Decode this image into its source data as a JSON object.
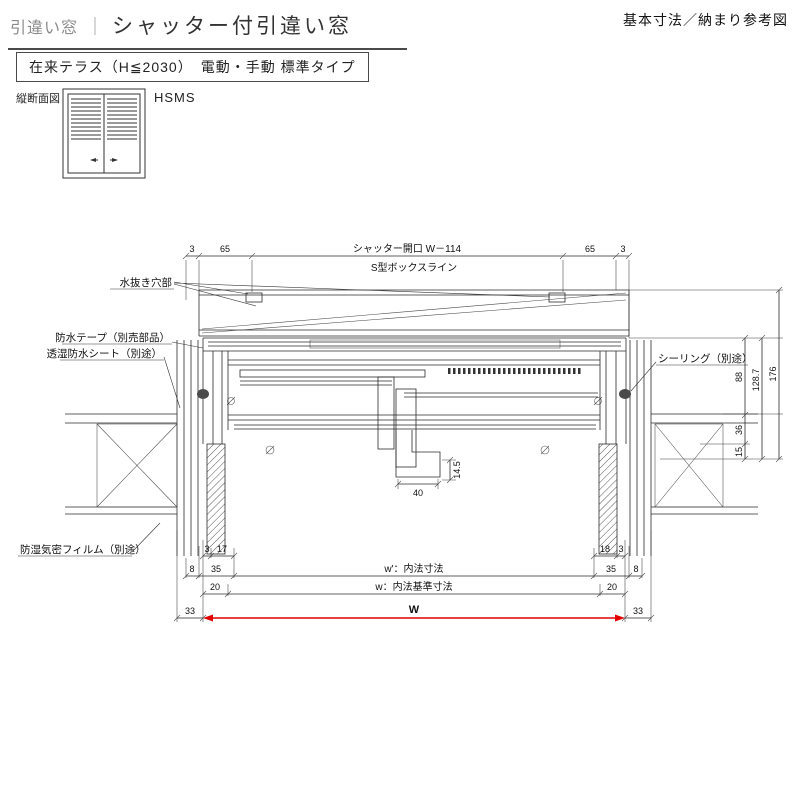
{
  "header": {
    "category": "引違い窓",
    "separator": "｜",
    "title": "シャッター付引違い窓",
    "corner_note": "基本寸法／納まり参考図",
    "subtitle": "在来テラス（H≦2030）　電動・手動 標準タイプ",
    "section_label": "縦断面図",
    "model_code": "HSMS"
  },
  "drawing": {
    "top_dims": {
      "left_3": "3",
      "left_65": "65",
      "opening": "シャッター開口 W－114",
      "right_65": "65",
      "right_3": "3"
    },
    "box_line_label": "S型ボックスライン",
    "callouts": {
      "drain_hole": "水抜き穴部",
      "waterproof_tape": "防水テープ（別売部品）",
      "breathable_sheet": "透湿防水シート（別途）",
      "sealing": "シーリング（別途）",
      "moisture_film": "防湿気密フィルム（別途）"
    },
    "right_dims": {
      "d176": "176",
      "d128_7": "128.7",
      "d88": "88",
      "d36": "36",
      "d15": "15"
    },
    "center_dims": {
      "d40": "40",
      "d14_5": "14.5"
    },
    "bottom_dims": {
      "r1_l3": "3",
      "r1_l17": "17",
      "r1_r18": "18",
      "r1_r3": "3",
      "r2_l8": "8",
      "r2_l35": "35",
      "r2_center": "w'：内法寸法",
      "r2_r35": "35",
      "r2_r8": "8",
      "r3_l20": "20",
      "r3_center": "w：内法基準寸法",
      "r3_r20": "20",
      "r4_l33": "33",
      "r4_w": "W",
      "r4_r33": "33"
    },
    "accent_color": "#e00000"
  }
}
